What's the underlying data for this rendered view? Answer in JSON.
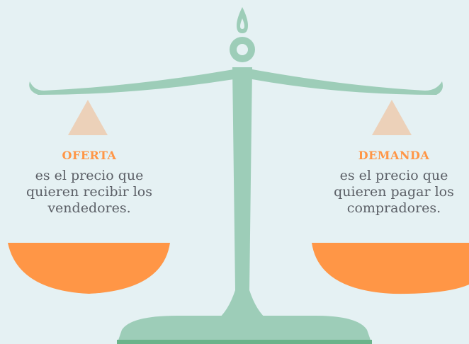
{
  "colors": {
    "background": "#e5f1f3",
    "scale_green": "#9dcdb8",
    "base_dark_green": "#6bb38a",
    "pan_orange": "#ff9646",
    "weight_peach": "#ecd1b9",
    "title_orange": "#ff9646",
    "text_gray": "#5b5f66"
  },
  "supply": {
    "title": "OFERTA",
    "lines": [
      "es el precio que",
      "quieren recibir los",
      "vendedores."
    ]
  },
  "demand": {
    "title": "DEMANDA",
    "lines": [
      "es el precio que",
      "quieren pagar los",
      "compradores."
    ]
  }
}
